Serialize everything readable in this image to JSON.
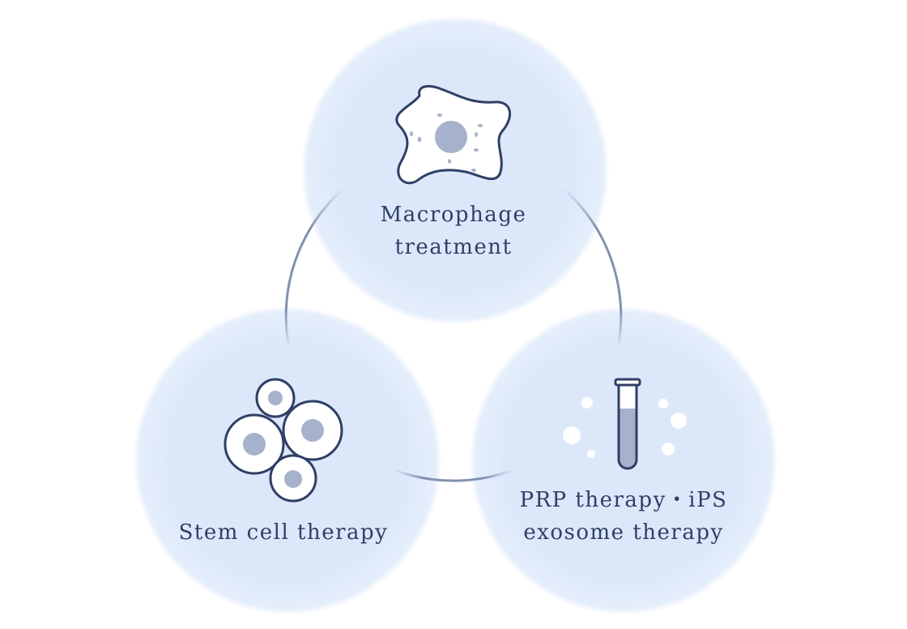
{
  "nodes": {
    "top": {
      "line1": "Macrophage",
      "line2": "treatment",
      "icon": "macrophage-icon"
    },
    "left": {
      "line1": "Stem cell therapy",
      "icon": "stem-cells-icon"
    },
    "right": {
      "line1": "PRP therapy・iPS",
      "line2": "exosome therapy",
      "icon": "test-tube-icon"
    }
  },
  "colors": {
    "glow": "#dce8fa",
    "outline": "#2f3f66",
    "nucleus": "#a6b2cb",
    "ring": "#8191b0"
  }
}
